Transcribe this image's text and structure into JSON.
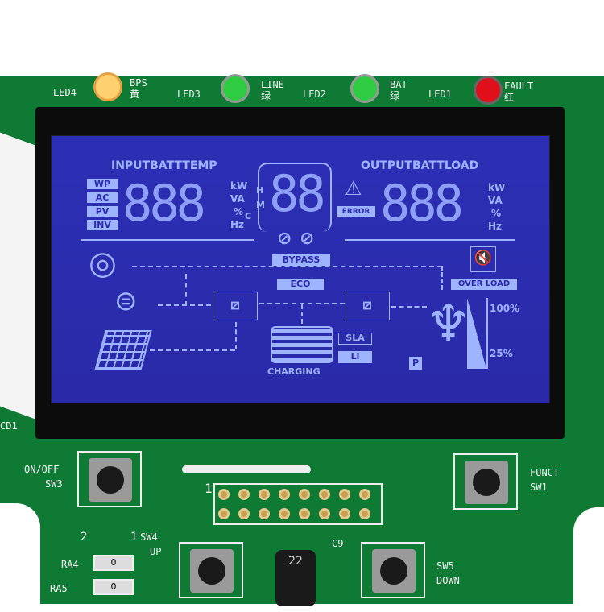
{
  "leds": [
    {
      "ref": "LED4",
      "label": "BPS",
      "color_label": "黄",
      "color": "#ffd070"
    },
    {
      "ref": "LED3",
      "label": "LINE",
      "color_label": "绿",
      "color": "#2ecc40"
    },
    {
      "ref": "LED2",
      "label": "BAT",
      "color_label": "绿",
      "color": "#2ecc40"
    },
    {
      "ref": "LED1",
      "label": "FAULT",
      "color_label": "红",
      "color": "#e0101a"
    }
  ],
  "lcd": {
    "input_header": "INPUTBATTTEMP",
    "output_header": "OUTPUTBATTLOAD",
    "input_modes": [
      "WP",
      "AC",
      "PV",
      "INV"
    ],
    "input_digits": "888",
    "center_digits": "88",
    "output_digits": "888",
    "input_units": [
      "kW",
      "VA",
      "%",
      "Hz"
    ],
    "hm": [
      "H",
      "M"
    ],
    "celsius": "C",
    "output_units": [
      "kW",
      "VA",
      "%",
      "Hz"
    ],
    "error": "ERROR",
    "bypass": "BYPASS",
    "eco": "ECO",
    "overload": "OVER LOAD",
    "charging": "CHARGING",
    "sla": "SLA",
    "li": "Li",
    "p": "P",
    "load_100": "100%",
    "load_25": "25%"
  },
  "board": {
    "cd1": "CD1",
    "sw3": [
      "ON/OFF",
      "SW3"
    ],
    "sw1": [
      "FUNCT",
      "SW1"
    ],
    "sw4": [
      "SW4",
      "UP"
    ],
    "sw5": [
      "SW5",
      "DOWN"
    ],
    "pin1": "1",
    "jumper": [
      "2",
      "1"
    ],
    "ra4": "RA4",
    "ra5": "RA5",
    "res_val": "0",
    "c9": "C9",
    "cap_text": "22"
  }
}
